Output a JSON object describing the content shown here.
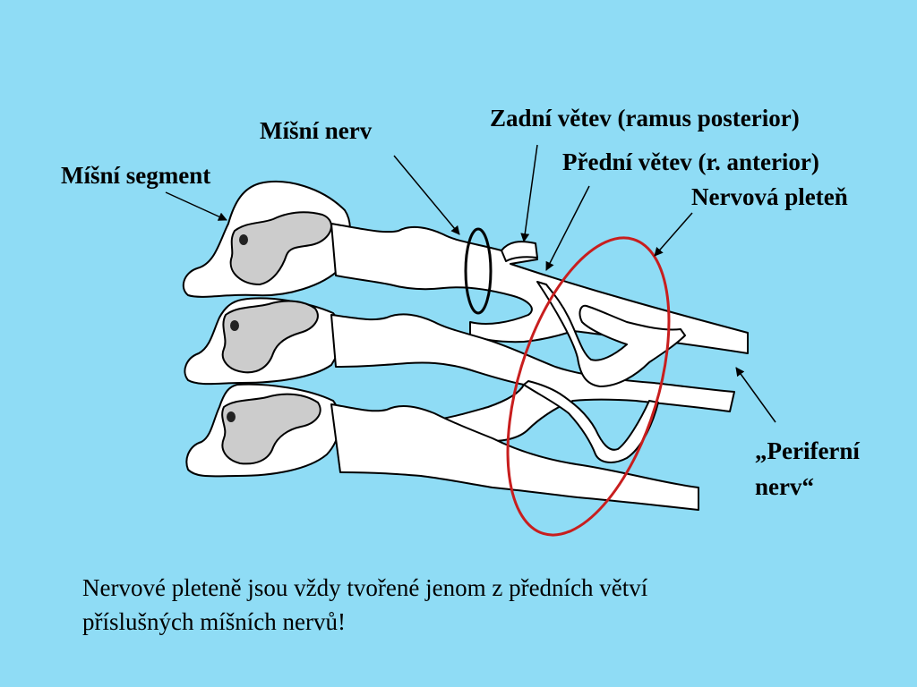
{
  "labels": {
    "spinal_nerve": "Míšní nerv",
    "spinal_segment": "Míšní segment",
    "posterior_branch": "Zadní větev (ramus posterior)",
    "anterior_branch": "Přední větev (r. anterior)",
    "nerve_plexus": "Nervová pleteň",
    "peripheral_nerve_line1": "„Periferní",
    "peripheral_nerve_line2": "nerv“"
  },
  "caption": {
    "line1": "Nervové pleteně jsou vždy tvořené jenom z předních větví",
    "line2": "příslušných míšních nervů!"
  },
  "colors": {
    "background": "#8fdcf5",
    "nerve_fill": "#ffffff",
    "gray_matter": "#cccccc",
    "plexus_ellipse": "#c81e1e",
    "nerve_ellipse": "#000000"
  }
}
